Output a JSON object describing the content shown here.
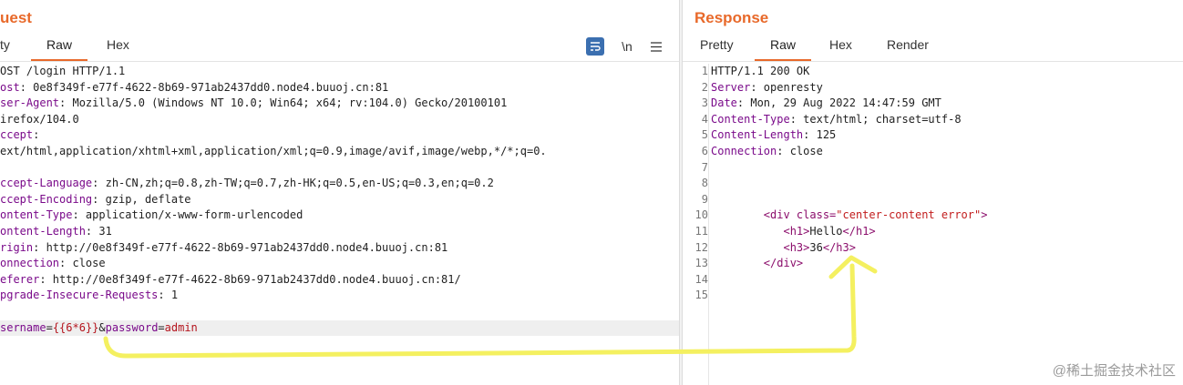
{
  "request": {
    "title": "uest",
    "tabs": [
      "ty",
      "Raw",
      "Hex"
    ],
    "active_tab": "Raw",
    "toolbar": {
      "wrap_icon": "message-wrap-icon",
      "newline_label": "\\n",
      "menu_icon": "hamburger-menu-icon"
    },
    "lines": [
      [
        {
          "t": "OST /login HTTP/1.1",
          "c": "v"
        }
      ],
      [
        {
          "t": "ost",
          "c": "k"
        },
        {
          "t": ": 0e8f349f-e77f-4622-8b69-971ab2437dd0.node4.buuoj.cn:81",
          "c": "v"
        }
      ],
      [
        {
          "t": "ser-Agent",
          "c": "k"
        },
        {
          "t": ": Mozilla/5.0 (Windows NT 10.0; Win64; x64; rv:104.0) Gecko/20100101",
          "c": "v"
        }
      ],
      [
        {
          "t": "irefox/104.0",
          "c": "v"
        }
      ],
      [
        {
          "t": "ccept",
          "c": "k"
        },
        {
          "t": ":",
          "c": "v"
        }
      ],
      [
        {
          "t": "ext/html,application/xhtml+xml,application/xml;q=0.9,image/avif,image/webp,*/*;q=0.",
          "c": "v"
        }
      ],
      [
        {
          "t": "",
          "c": "v"
        }
      ],
      [
        {
          "t": "ccept-Language",
          "c": "k"
        },
        {
          "t": ": zh-CN,zh;q=0.8,zh-TW;q=0.7,zh-HK;q=0.5,en-US;q=0.3,en;q=0.2",
          "c": "v"
        }
      ],
      [
        {
          "t": "ccept-Encoding",
          "c": "k"
        },
        {
          "t": ": gzip, deflate",
          "c": "v"
        }
      ],
      [
        {
          "t": "ontent-Type",
          "c": "k"
        },
        {
          "t": ": application/x-www-form-urlencoded",
          "c": "v"
        }
      ],
      [
        {
          "t": "ontent-Length",
          "c": "k"
        },
        {
          "t": ": 31",
          "c": "v"
        }
      ],
      [
        {
          "t": "rigin",
          "c": "k"
        },
        {
          "t": ": http://0e8f349f-e77f-4622-8b69-971ab2437dd0.node4.buuoj.cn:81",
          "c": "v"
        }
      ],
      [
        {
          "t": "onnection",
          "c": "k"
        },
        {
          "t": ": close",
          "c": "v"
        }
      ],
      [
        {
          "t": "eferer",
          "c": "k"
        },
        {
          "t": ": http://0e8f349f-e77f-4622-8b69-971ab2437dd0.node4.buuoj.cn:81/",
          "c": "v"
        }
      ],
      [
        {
          "t": "pgrade-Insecure-Requests",
          "c": "k"
        },
        {
          "t": ": 1",
          "c": "v"
        }
      ],
      [
        {
          "t": "",
          "c": "v"
        }
      ],
      [
        {
          "t": "sername",
          "c": "k"
        },
        {
          "t": "=",
          "c": "v"
        },
        {
          "t": "{{6*6}}",
          "c": "red"
        },
        {
          "t": "&",
          "c": "v"
        },
        {
          "t": "password",
          "c": "k"
        },
        {
          "t": "=",
          "c": "v"
        },
        {
          "t": "admin",
          "c": "red"
        }
      ]
    ]
  },
  "response": {
    "title": "Response",
    "tabs": [
      "Pretty",
      "Raw",
      "Hex",
      "Render"
    ],
    "active_tab": "Raw",
    "line_numbers": [
      "1",
      "2",
      "3",
      "4",
      "5",
      "6",
      "7",
      "8",
      "9",
      "10",
      "11",
      "12",
      "13",
      "14",
      "15"
    ],
    "lines": [
      [
        {
          "t": "HTTP/1.1 200 OK",
          "c": "v"
        }
      ],
      [
        {
          "t": "Server",
          "c": "k"
        },
        {
          "t": ": openresty",
          "c": "v"
        }
      ],
      [
        {
          "t": "Date",
          "c": "k"
        },
        {
          "t": ": Mon, 29 Aug 2022 14:47:59 GMT",
          "c": "v"
        }
      ],
      [
        {
          "t": "Content-Type",
          "c": "k"
        },
        {
          "t": ": text/html; charset=utf-8",
          "c": "v"
        }
      ],
      [
        {
          "t": "Content-Length",
          "c": "k"
        },
        {
          "t": ": 125",
          "c": "v"
        }
      ],
      [
        {
          "t": "Connection",
          "c": "k"
        },
        {
          "t": ": close",
          "c": "v"
        }
      ],
      [
        {
          "t": "",
          "c": "v"
        }
      ],
      [
        {
          "t": "",
          "c": "v"
        }
      ],
      [
        {
          "t": "",
          "c": "v"
        }
      ],
      [
        {
          "t": "        ",
          "c": "v"
        },
        {
          "t": "<div ",
          "c": "tag"
        },
        {
          "t": "class=",
          "c": "tag"
        },
        {
          "t": "\"center-content error\"",
          "c": "attr"
        },
        {
          "t": ">",
          "c": "tag"
        }
      ],
      [
        {
          "t": "           ",
          "c": "v"
        },
        {
          "t": "<h1>",
          "c": "tag"
        },
        {
          "t": "Hello",
          "c": "v"
        },
        {
          "t": "</h1>",
          "c": "tag"
        }
      ],
      [
        {
          "t": "           ",
          "c": "v"
        },
        {
          "t": "<h3>",
          "c": "tag"
        },
        {
          "t": "36",
          "c": "v"
        },
        {
          "t": "</h3>",
          "c": "tag"
        }
      ],
      [
        {
          "t": "        ",
          "c": "v"
        },
        {
          "t": "</div>",
          "c": "tag"
        }
      ],
      [
        {
          "t": "",
          "c": "v"
        }
      ],
      [
        {
          "t": "",
          "c": "v"
        }
      ]
    ]
  },
  "watermark": "@稀土掘金技术社区",
  "colors": {
    "accent": "#e8692a",
    "annotation": "#f4f060",
    "header_key": "#7a0a8a",
    "value_red": "#b4141d"
  }
}
